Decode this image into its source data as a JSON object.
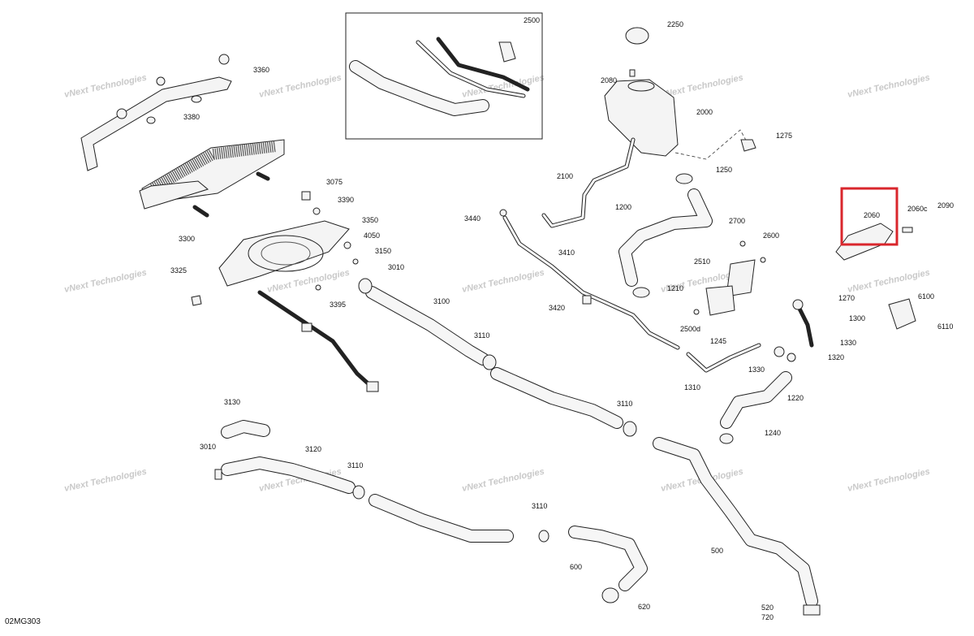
{
  "diagram": {
    "reference_code": "02MG303",
    "watermark": "vNext Technologies",
    "inset_label": "2500",
    "highlight_color": "#d9262c",
    "highlighted_part": "2060",
    "labels": [
      {
        "id": "2500",
        "text": "2500"
      },
      {
        "id": "2250",
        "text": "2250"
      },
      {
        "id": "2080",
        "text": "2080"
      },
      {
        "id": "2000",
        "text": "2000"
      },
      {
        "id": "1275",
        "text": "1275"
      },
      {
        "id": "1250",
        "text": "1250"
      },
      {
        "id": "2100",
        "text": "2100"
      },
      {
        "id": "1200",
        "text": "1200"
      },
      {
        "id": "2700",
        "text": "2700"
      },
      {
        "id": "2600",
        "text": "2600"
      },
      {
        "id": "2510",
        "text": "2510"
      },
      {
        "id": "1210",
        "text": "1210"
      },
      {
        "id": "2500d",
        "text": "2500d"
      },
      {
        "id": "3360",
        "text": "3360"
      },
      {
        "id": "3380",
        "text": "3380"
      },
      {
        "id": "3300",
        "text": "3300"
      },
      {
        "id": "3075",
        "text": "3075"
      },
      {
        "id": "3390",
        "text": "3390"
      },
      {
        "id": "3350",
        "text": "3350"
      },
      {
        "id": "4050",
        "text": "4050"
      },
      {
        "id": "3150",
        "text": "3150"
      },
      {
        "id": "3010a",
        "text": "3010"
      },
      {
        "id": "3325",
        "text": "3325"
      },
      {
        "id": "3395",
        "text": "3395"
      },
      {
        "id": "3440",
        "text": "3440"
      },
      {
        "id": "3410",
        "text": "3410"
      },
      {
        "id": "3420",
        "text": "3420"
      },
      {
        "id": "3100",
        "text": "3100"
      },
      {
        "id": "3110a",
        "text": "3110"
      },
      {
        "id": "3110b",
        "text": "3110"
      },
      {
        "id": "3110c",
        "text": "3110"
      },
      {
        "id": "3110d",
        "text": "3110"
      },
      {
        "id": "3130",
        "text": "3130"
      },
      {
        "id": "3010b",
        "text": "3010"
      },
      {
        "id": "3120",
        "text": "3120"
      },
      {
        "id": "1245",
        "text": "1245"
      },
      {
        "id": "1310",
        "text": "1310"
      },
      {
        "id": "1270",
        "text": "1270"
      },
      {
        "id": "1300",
        "text": "1300"
      },
      {
        "id": "1330a",
        "text": "1330"
      },
      {
        "id": "1330b",
        "text": "1330"
      },
      {
        "id": "1320",
        "text": "1320"
      },
      {
        "id": "1220",
        "text": "1220"
      },
      {
        "id": "1240",
        "text": "1240"
      },
      {
        "id": "2060",
        "text": "2060"
      },
      {
        "id": "2060c",
        "text": "2060c"
      },
      {
        "id": "2090",
        "text": "2090"
      },
      {
        "id": "6100",
        "text": "6100"
      },
      {
        "id": "6110",
        "text": "6110"
      },
      {
        "id": "500",
        "text": "500"
      },
      {
        "id": "600",
        "text": "600"
      },
      {
        "id": "620",
        "text": "620"
      },
      {
        "id": "520",
        "text": "520"
      },
      {
        "id": "720",
        "text": "720"
      }
    ]
  }
}
